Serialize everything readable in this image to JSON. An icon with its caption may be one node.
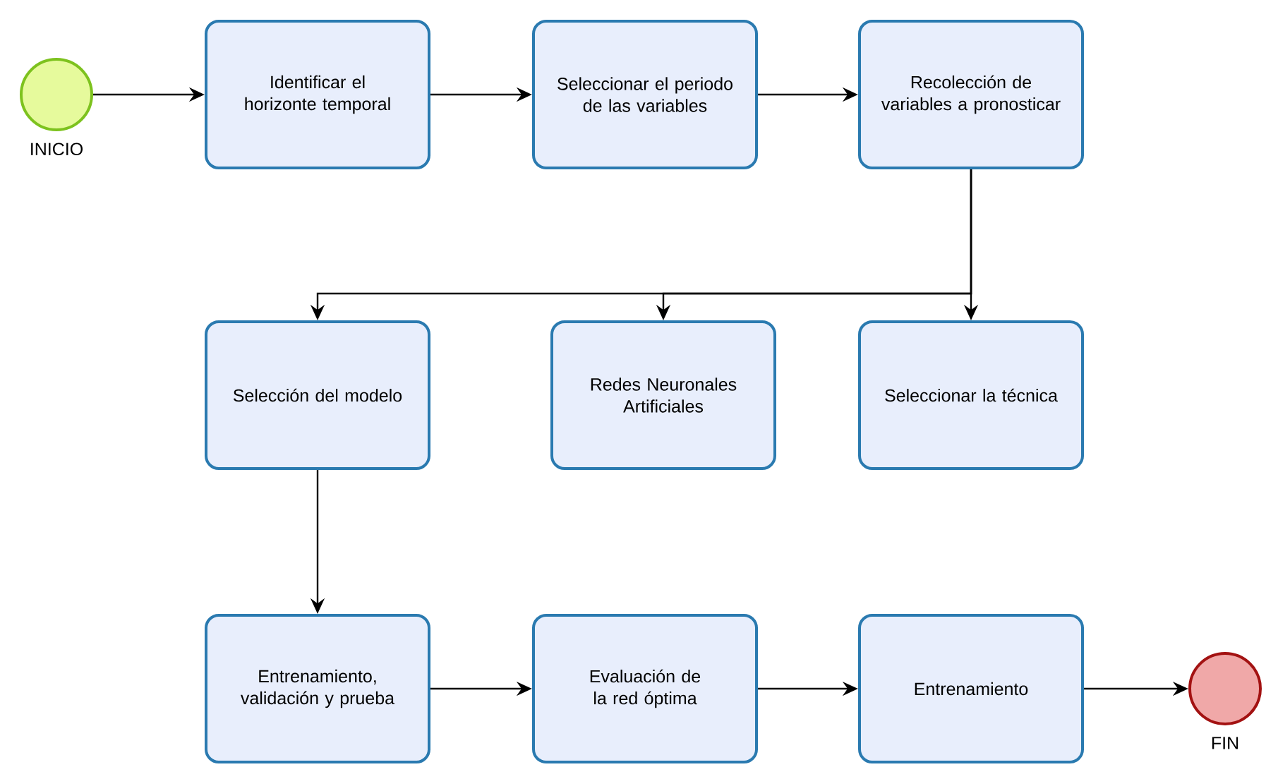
{
  "diagram": {
    "nodes": [
      {
        "text": [],
        "shape": "circle",
        "beside": [
          "INICIO"
        ]
      },
      {
        "text": [
          "Identificar el horizonte temporal"
        ]
      },
      {
        "text": [
          "Seleccionar el periodo de las variables"
        ]
      },
      {
        "text": [
          "Recolección de variables a pronosticar"
        ]
      },
      {
        "text": [
          "Selección del modelo"
        ]
      },
      {
        "text": [
          "Redes Neuronales Artificiales"
        ]
      },
      {
        "text": [
          "Seleccionar la técnica"
        ]
      },
      {
        "text": [
          "Entrenamiento, validación y prueba"
        ]
      },
      {
        "text": [
          "Evaluación de la red óptima"
        ]
      },
      {
        "text": [
          "Entrenamiento"
        ]
      },
      {
        "text": [],
        "shape": "circle",
        "beside": [
          "FIN"
        ]
      }
    ],
    "edges": [
      {
        "from": 0,
        "to": 1,
        "arrow": "to"
      },
      {
        "from": 1,
        "to": 2,
        "arrow": "to"
      },
      {
        "from": 2,
        "to": 3,
        "arrow": "to"
      },
      {
        "from": 3,
        "to": 6,
        "arrow": "to"
      },
      {
        "from": 3,
        "to": 5,
        "arrow": "to"
      },
      {
        "from": 3,
        "to": 4,
        "arrow": "to"
      },
      {
        "from": 4,
        "to": 7,
        "arrow": "to"
      },
      {
        "from": 7,
        "to": 8,
        "arrow": "to"
      },
      {
        "from": 8,
        "to": 9,
        "arrow": "to"
      },
      {
        "from": 9,
        "to": 10,
        "arrow": "to"
      }
    ]
  }
}
